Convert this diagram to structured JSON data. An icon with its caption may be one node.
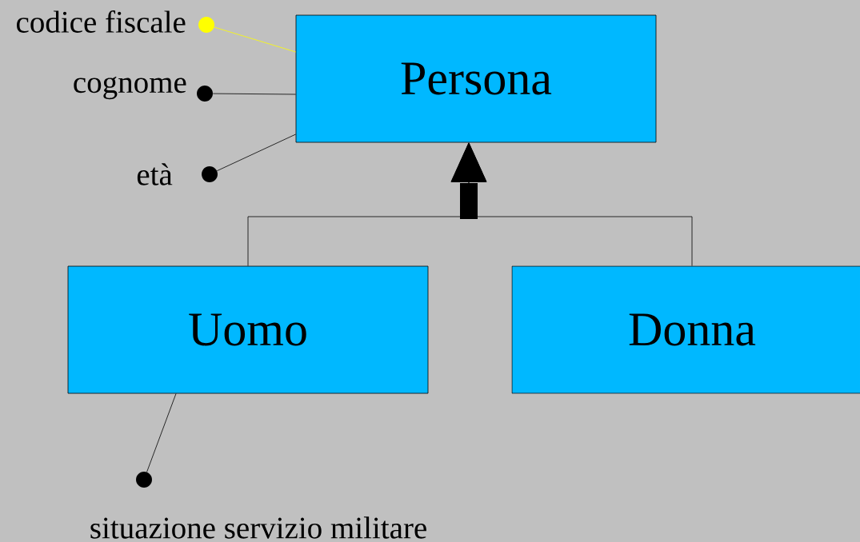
{
  "diagram": {
    "nodes": [
      {
        "text": [
          "Persona"
        ]
      },
      {
        "text": [
          "Uomo"
        ]
      },
      {
        "text": [
          "Donna"
        ]
      },
      {
        "text": [],
        "shape": "circle",
        "beside": [
          "codice fiscale"
        ]
      },
      {
        "text": [],
        "shape": "circle",
        "beside": [
          "cognome"
        ]
      },
      {
        "text": [],
        "shape": "circle",
        "beside": [
          "età"
        ]
      },
      {
        "text": [],
        "shape": "circle",
        "beside": [
          "situazione servizio militare"
        ]
      }
    ],
    "edges": [
      {
        "from": 1,
        "to": 0,
        "arrow": "to"
      },
      {
        "from": 2,
        "to": 0,
        "arrow": "to"
      },
      {
        "from": 3,
        "to": 0,
        "arrow": "none",
        "color": "#ffff00"
      },
      {
        "from": 4,
        "to": 0,
        "arrow": "none"
      },
      {
        "from": 5,
        "to": 0,
        "arrow": "none"
      },
      {
        "from": 6,
        "to": 1,
        "arrow": "none"
      }
    ]
  }
}
